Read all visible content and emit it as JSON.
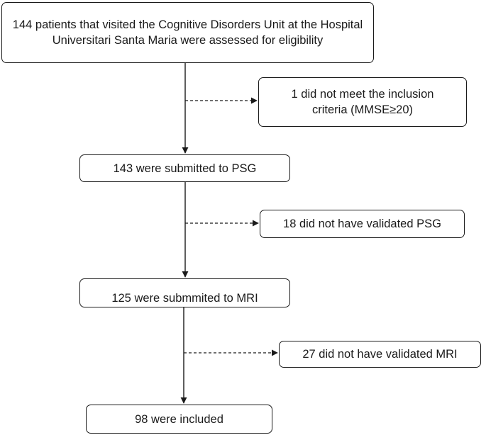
{
  "flow": {
    "assessed": "144 patients that visited the Cognitive Disorders Unit at the Hospital Universitari Santa Maria were assessed for eligibility",
    "excluded_inclusion": "1 did not meet the inclusion criteria (MMSE≥20)",
    "psg": "143 were submitted to PSG",
    "excluded_psg": "18 did not have validated PSG",
    "mri": "125 were submmited to MRI",
    "excluded_mri": "27 did not have validated MRI",
    "included": "98 were included"
  }
}
